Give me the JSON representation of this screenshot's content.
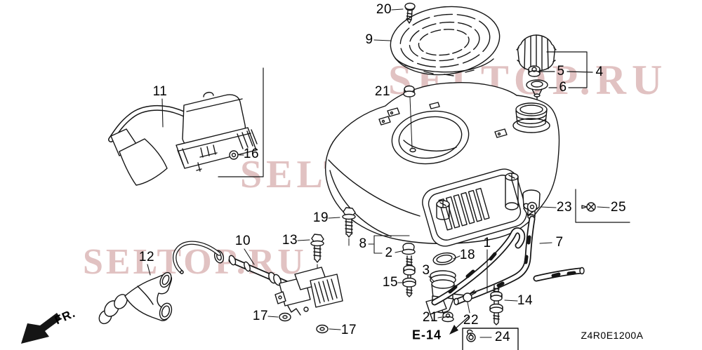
{
  "diagram": {
    "watermark": "SELTOP.RU",
    "page_ref": "E-14",
    "drawing_code": "Z4R0E1200A",
    "front_marker": "FR."
  },
  "callouts": {
    "1": "1",
    "2": "2",
    "3": "3",
    "4": "4",
    "5": "5",
    "6": "6",
    "7": "7",
    "8": "8",
    "9": "9",
    "10": "10",
    "11": "11",
    "12": "12",
    "13": "13",
    "14": "14",
    "15": "15",
    "16": "16",
    "17a": "17",
    "17b": "17",
    "18": "18",
    "19": "19",
    "20": "20",
    "21a": "21",
    "21b": "21",
    "22": "22",
    "23": "23",
    "24": "24",
    "25": "25"
  }
}
